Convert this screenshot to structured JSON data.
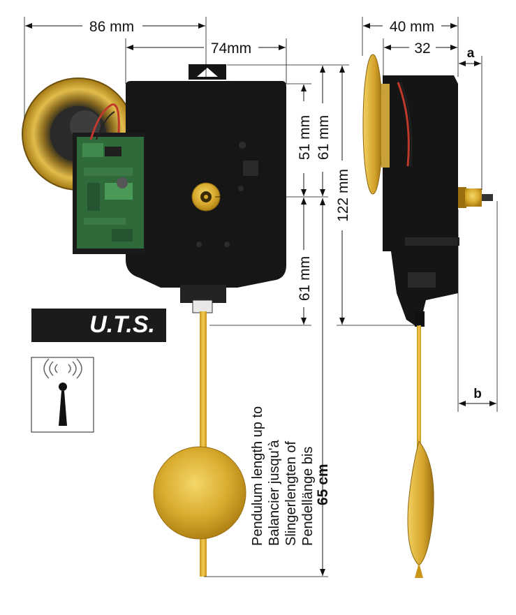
{
  "dimensions": {
    "width_speaker": "86 mm",
    "width_movement": "74mm",
    "depth_total": "40 mm",
    "depth_movement": "32",
    "height_upper_51": "51 mm",
    "height_upper_61": "61 mm",
    "height_lower_61": "61 mm",
    "height_total": "122 mm",
    "label_a": "a",
    "label_b": "b"
  },
  "logo": {
    "text": "U.T.S."
  },
  "pendulum_text": {
    "line1": "Pendulum length up to",
    "line2": "Balancier jusqu'à",
    "line3": "Slingerlengten of",
    "line4": "Pendellänge bis",
    "length": "65 cm"
  },
  "icons": {
    "radio": "radio-signal-icon",
    "speaker": "speaker-icon",
    "circuit": "circuit-board-icon"
  },
  "colors": {
    "brass": "#d4a72a",
    "brass_dark": "#a37812",
    "housing": "#141414",
    "pcb": "#2f6a3a"
  }
}
